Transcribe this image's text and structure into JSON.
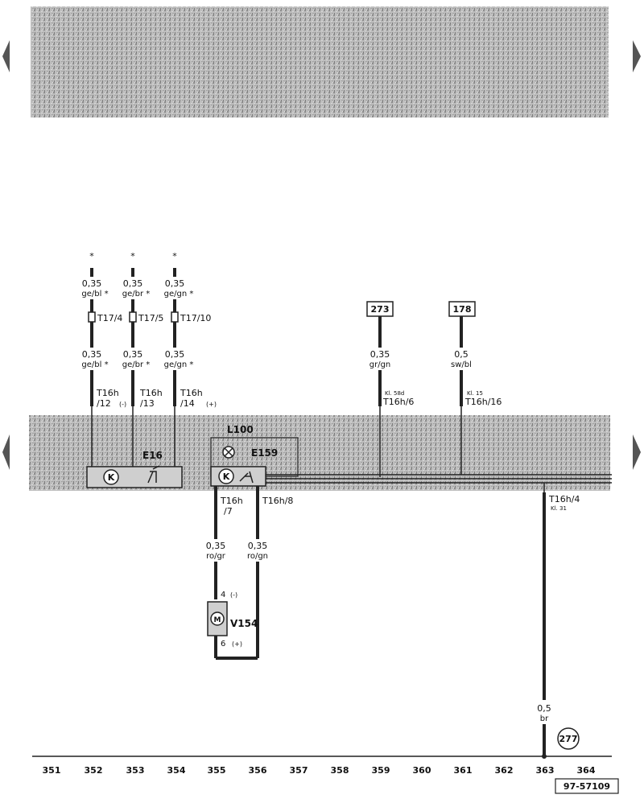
{
  "header": {},
  "nav": {
    "left_arrow": "left-arrow-icon",
    "right_arrow": "right-arrow-icon"
  },
  "wires_top": [
    {
      "gauge_a": "0,35",
      "color_a": "ge/bl *",
      "connector": "T17/4",
      "gauge_b": "0,35",
      "color_b": "ge/bl *",
      "pin": "T16h",
      "pin2": "/12",
      "pol": "(-)"
    },
    {
      "gauge_a": "0,35",
      "color_a": "ge/br *",
      "connector": "T17/5",
      "gauge_b": "0,35",
      "color_b": "ge/br *",
      "pin": "T16h",
      "pin2": "/13",
      "pol": ""
    },
    {
      "gauge_a": "0,35",
      "color_a": "ge/gn *",
      "connector": "T17/10",
      "gauge_b": "0,35",
      "color_b": "ge/gn *",
      "pin": "T16h",
      "pin2": "/14",
      "pol": "(+)"
    }
  ],
  "stars": [
    "*",
    "*",
    "*"
  ],
  "ref_273": {
    "box": "273",
    "gauge": "0,35",
    "color": "gr/gn",
    "terminal": "Kl. 58d",
    "pin": "T16h/6"
  },
  "ref_178": {
    "box": "178",
    "gauge": "0,5",
    "color": "sw/bl",
    "terminal": "Kl. 15",
    "pin": "T16h/16"
  },
  "components": {
    "lamp": "L100",
    "e16": "E16",
    "e159": "E159",
    "v154": "V154",
    "k1": "K",
    "k2": "K"
  },
  "lower_wires": [
    {
      "pin": "T16h",
      "pin2": "/7",
      "gauge": "0,35",
      "color": "ro/gr"
    },
    {
      "pin": "T16h/8",
      "gauge": "0,35",
      "color": "ro/gn"
    }
  ],
  "motor_pins": {
    "top": "4",
    "top_pol": "(-)",
    "bottom": "6",
    "bottom_pol": "(+)"
  },
  "ground": {
    "pin": "T16h/4",
    "terminal": "Kl. 31",
    "gauge": "0,5",
    "color": "br",
    "ref": "277"
  },
  "scale": [
    "351",
    "352",
    "353",
    "354",
    "355",
    "356",
    "357",
    "358",
    "359",
    "360",
    "361",
    "362",
    "363",
    "364"
  ],
  "figure_id": "97-57109"
}
